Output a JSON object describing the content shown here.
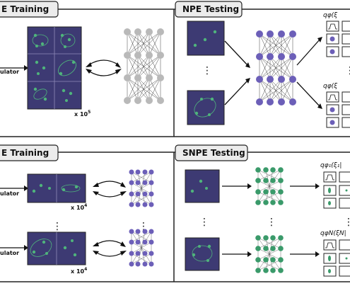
{
  "panels": {
    "npe_training": {
      "title": "E Training",
      "simulator_label": "ulator",
      "multiplier": "x 10",
      "multiplier_exp": "5"
    },
    "npe_testing": {
      "title": "NPE Testing",
      "posterior_label": "qφ(ξ",
      "posterior_label_bottom": "qφ(ξ"
    },
    "snpe_training": {
      "title": "E Training",
      "simulator_label_top": "ulator",
      "simulator_label_bottom": "ulator",
      "multiplier_top": "x 10",
      "multiplier_top_exp": "4",
      "multiplier_bottom": "x 10",
      "multiplier_bottom_exp": "4"
    },
    "snpe_testing": {
      "title": "SNPE Testing",
      "posterior_label_top": "qφ₁(ξ₁|",
      "posterior_label_bottom": "qφN(ξN|"
    }
  },
  "colors": {
    "image_bg": "#3d3a73",
    "dot_green": "#4fb47c",
    "node_gray": "#b9b9b9",
    "node_purple": "#6c5fb8",
    "node_green": "#3a9a6a",
    "dot_purple": "#6c5fb8"
  }
}
